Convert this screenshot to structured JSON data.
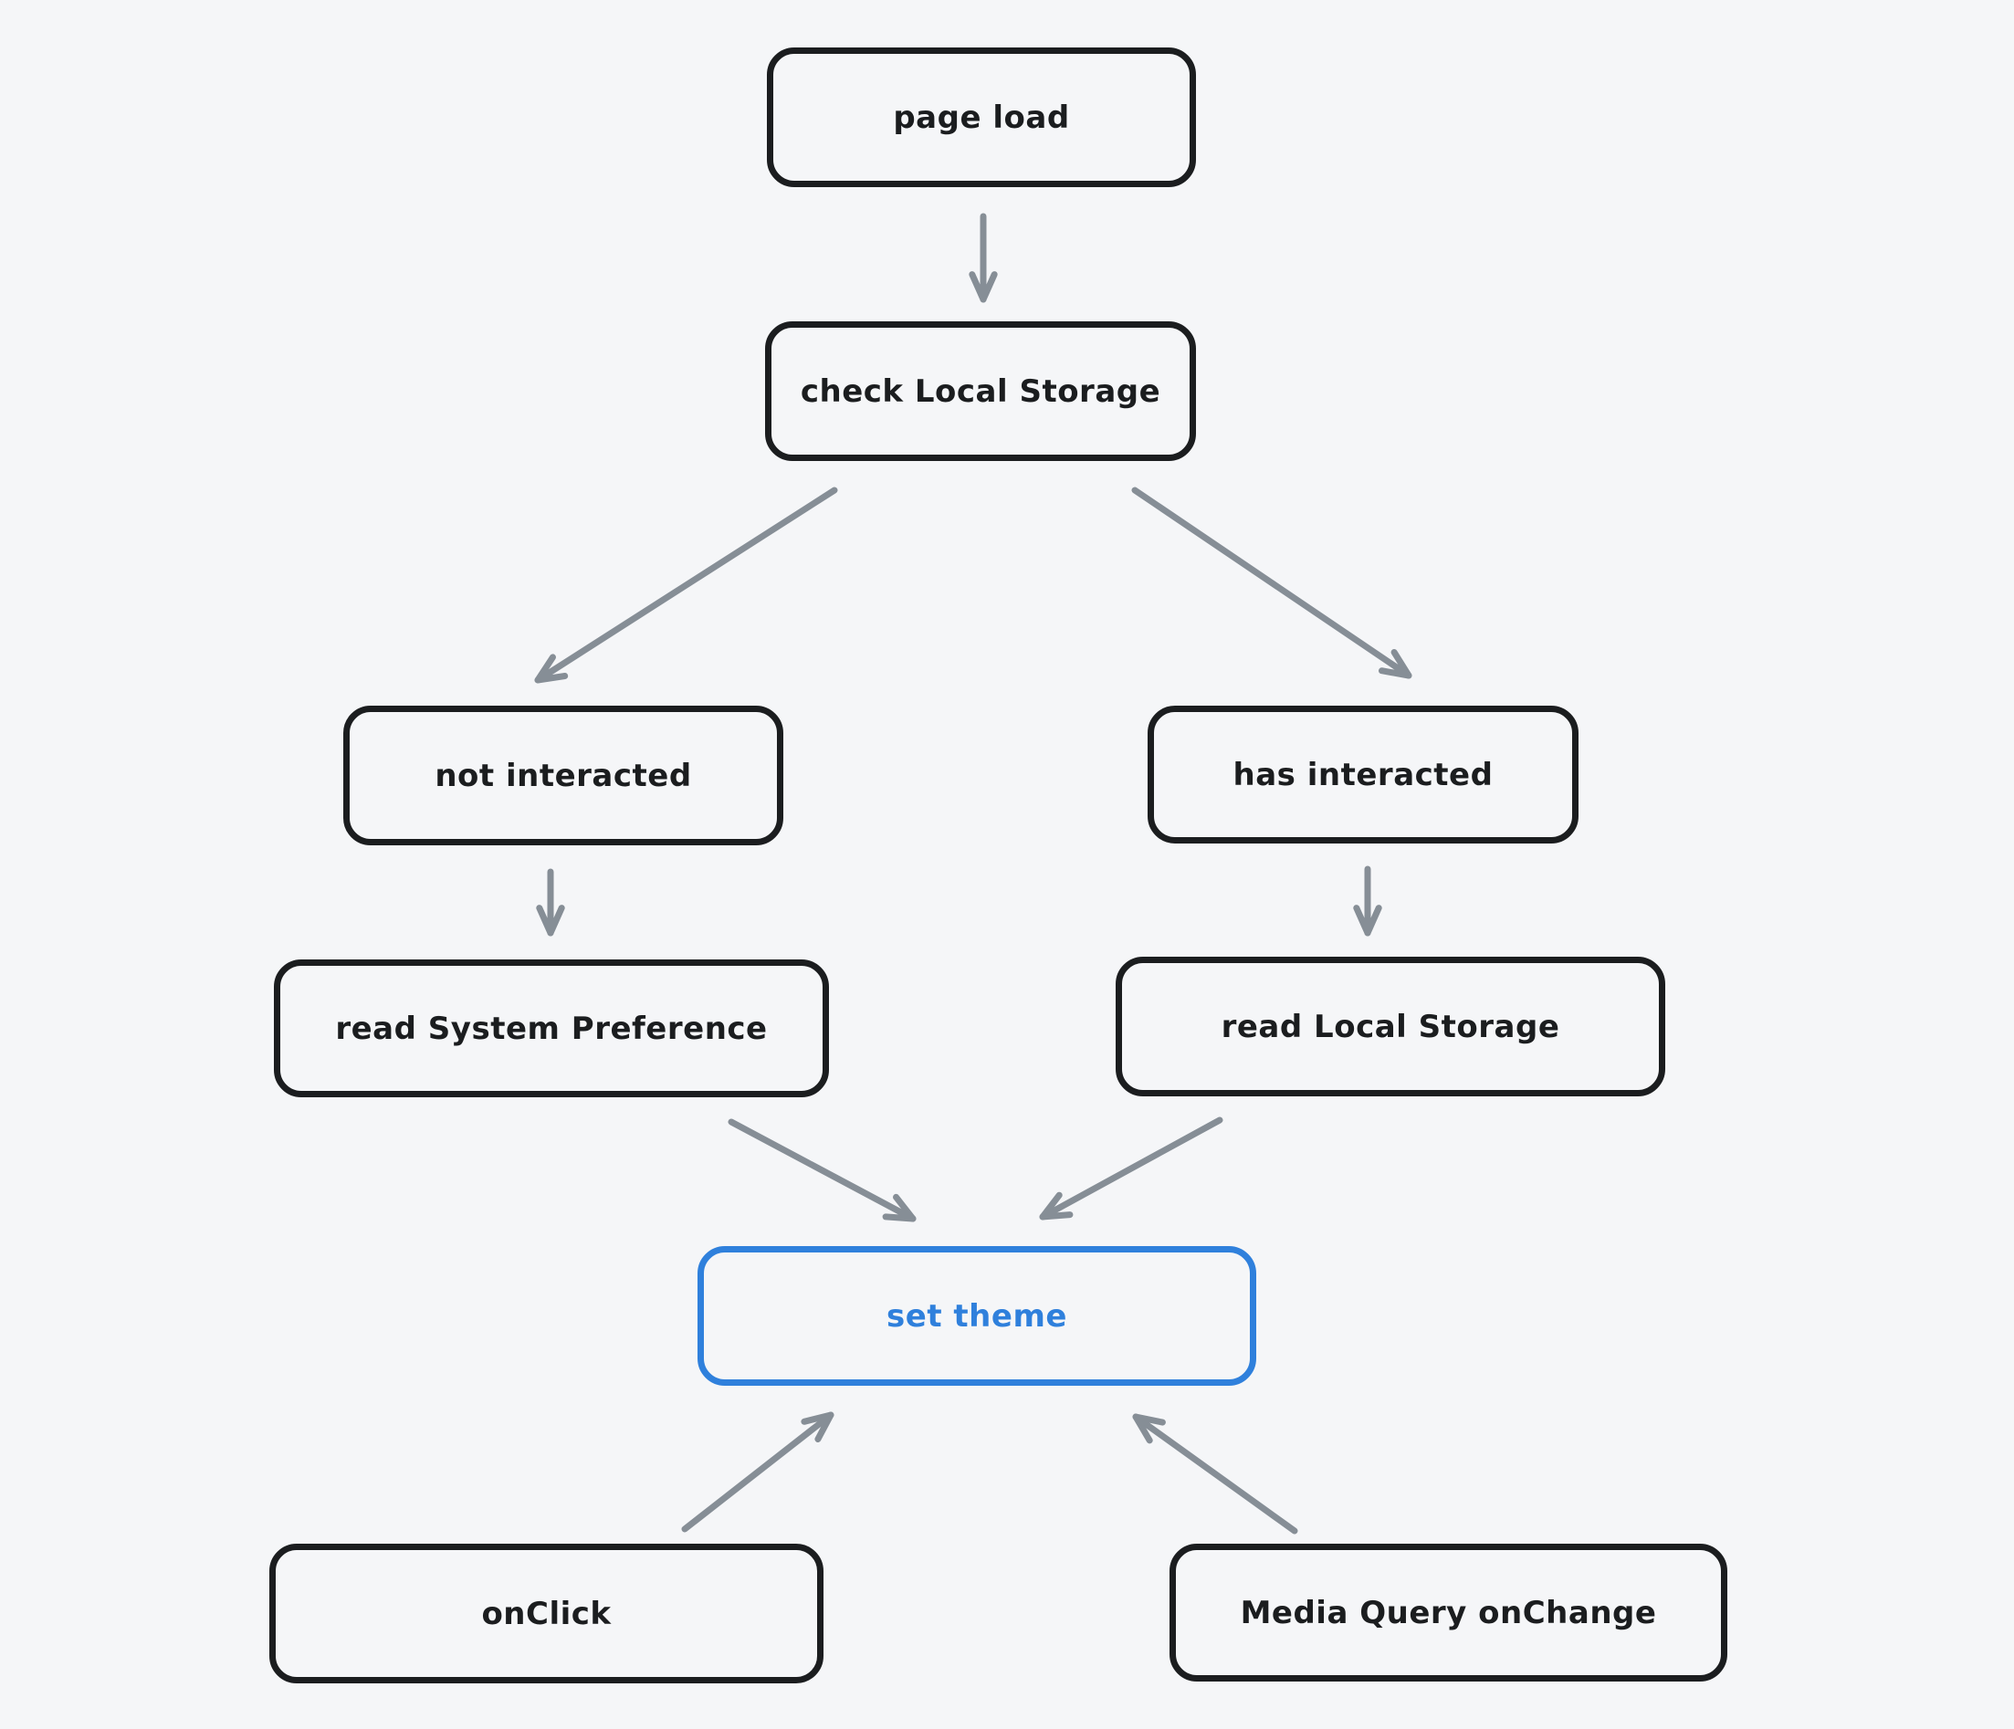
{
  "diagram": {
    "type": "flowchart",
    "colors": {
      "background": "#f5f6f8",
      "node_stroke": "#1b1d1f",
      "node_text": "#1b1d1f",
      "accent_blue": "#2f80dc",
      "arrow_gray": "#868e96"
    },
    "nodes": [
      {
        "id": "page-load",
        "label": "page load"
      },
      {
        "id": "check-local-storage",
        "label": "check Local Storage"
      },
      {
        "id": "not-interacted",
        "label": "not interacted"
      },
      {
        "id": "has-interacted",
        "label": "has interacted"
      },
      {
        "id": "read-system-preference",
        "label": "read System Preference"
      },
      {
        "id": "read-local-storage",
        "label": "read Local Storage"
      },
      {
        "id": "set-theme",
        "label": "set theme",
        "accent": true
      },
      {
        "id": "onclick",
        "label": "onClick"
      },
      {
        "id": "media-query-onchange",
        "label": "Media Query onChange"
      }
    ],
    "edges": [
      {
        "from": "page load",
        "to": "check Local Storage"
      },
      {
        "from": "check Local Storage",
        "to": "not interacted"
      },
      {
        "from": "check Local Storage",
        "to": "has interacted"
      },
      {
        "from": "not interacted",
        "to": "read System Preference"
      },
      {
        "from": "has interacted",
        "to": "read Local Storage"
      },
      {
        "from": "read System Preference",
        "to": "set theme"
      },
      {
        "from": "read Local Storage",
        "to": "set theme"
      },
      {
        "from": "onClick",
        "to": "set theme"
      },
      {
        "from": "Media Query onChange",
        "to": "set theme"
      }
    ]
  }
}
